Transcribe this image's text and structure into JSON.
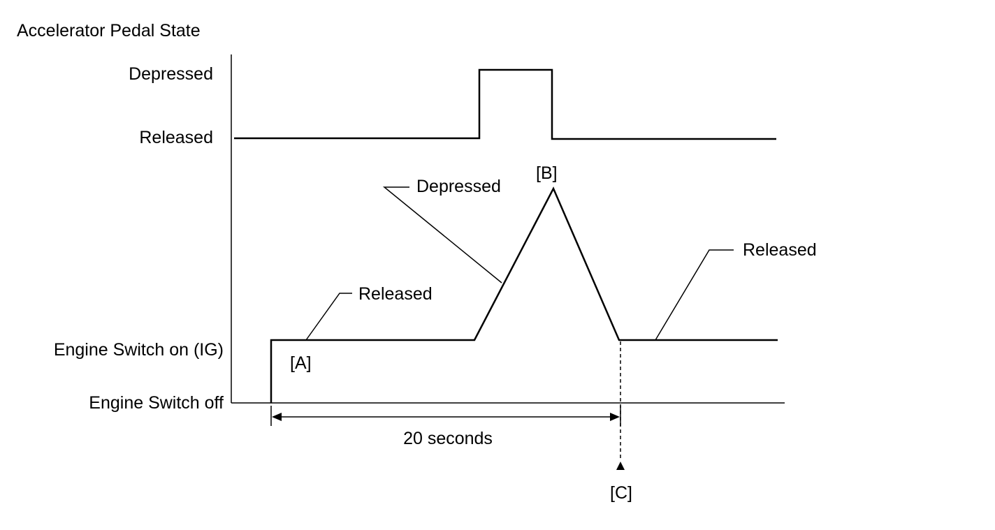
{
  "diagram": {
    "title": "Accelerator Pedal State",
    "levels": {
      "depressed": "Depressed",
      "released": "Released",
      "engine_on": "Engine Switch on (IG)",
      "engine_off": "Engine Switch off"
    },
    "annotations": {
      "released_a": "Released",
      "depressed_b": "Depressed",
      "released_c": "Released"
    },
    "markers": {
      "a": "[A]",
      "b": "[B]",
      "c": "[C]"
    },
    "duration": "20 seconds"
  }
}
